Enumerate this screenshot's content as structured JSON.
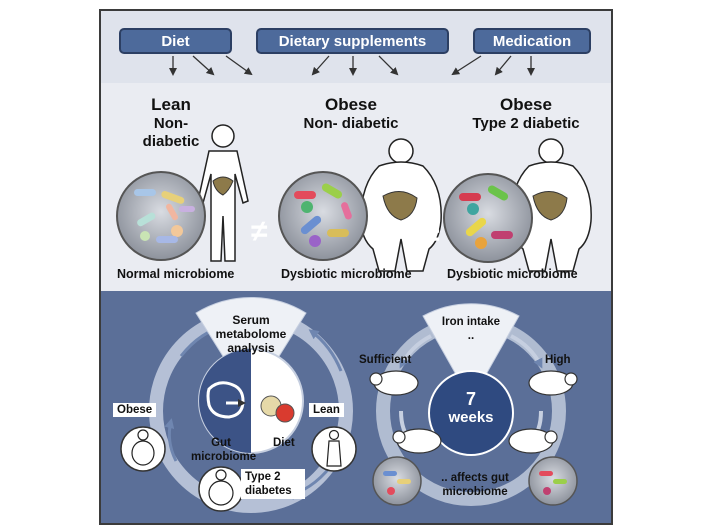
{
  "top": {
    "influences": [
      "Diet",
      "Dietary supplements",
      "Medication"
    ],
    "groups": [
      {
        "line1": "Lean",
        "line2": "Non-",
        "line3": "diabetic",
        "caption": "Normal microbiome"
      },
      {
        "line1": "Obese",
        "line2": "Non- diabetic",
        "line3": "",
        "caption": "Dysbiotic microbiome"
      },
      {
        "line1": "Obese",
        "line2": "Type 2 diabetic",
        "line3": "",
        "caption": "Dysbiotic microbiome"
      }
    ],
    "not_equal_symbol": "≠"
  },
  "bottom_left": {
    "center_label": "Serum metabolome analysis",
    "obese": "Obese",
    "lean": "Lean",
    "gut_microbiome": "Gut microbiome",
    "diet": "Diet",
    "type2": "Type 2 diabetes"
  },
  "bottom_right": {
    "iron_intake": "Iron intake ..",
    "sufficient": "Sufficient",
    "high": "High",
    "weeks_number": "7",
    "weeks_word": "weeks",
    "affects": ".. affects gut microbiome"
  },
  "colors": {
    "pill": "#4d6a9b",
    "bottom_panel": "#5b6f98",
    "top_panel": "#eaecf2"
  }
}
